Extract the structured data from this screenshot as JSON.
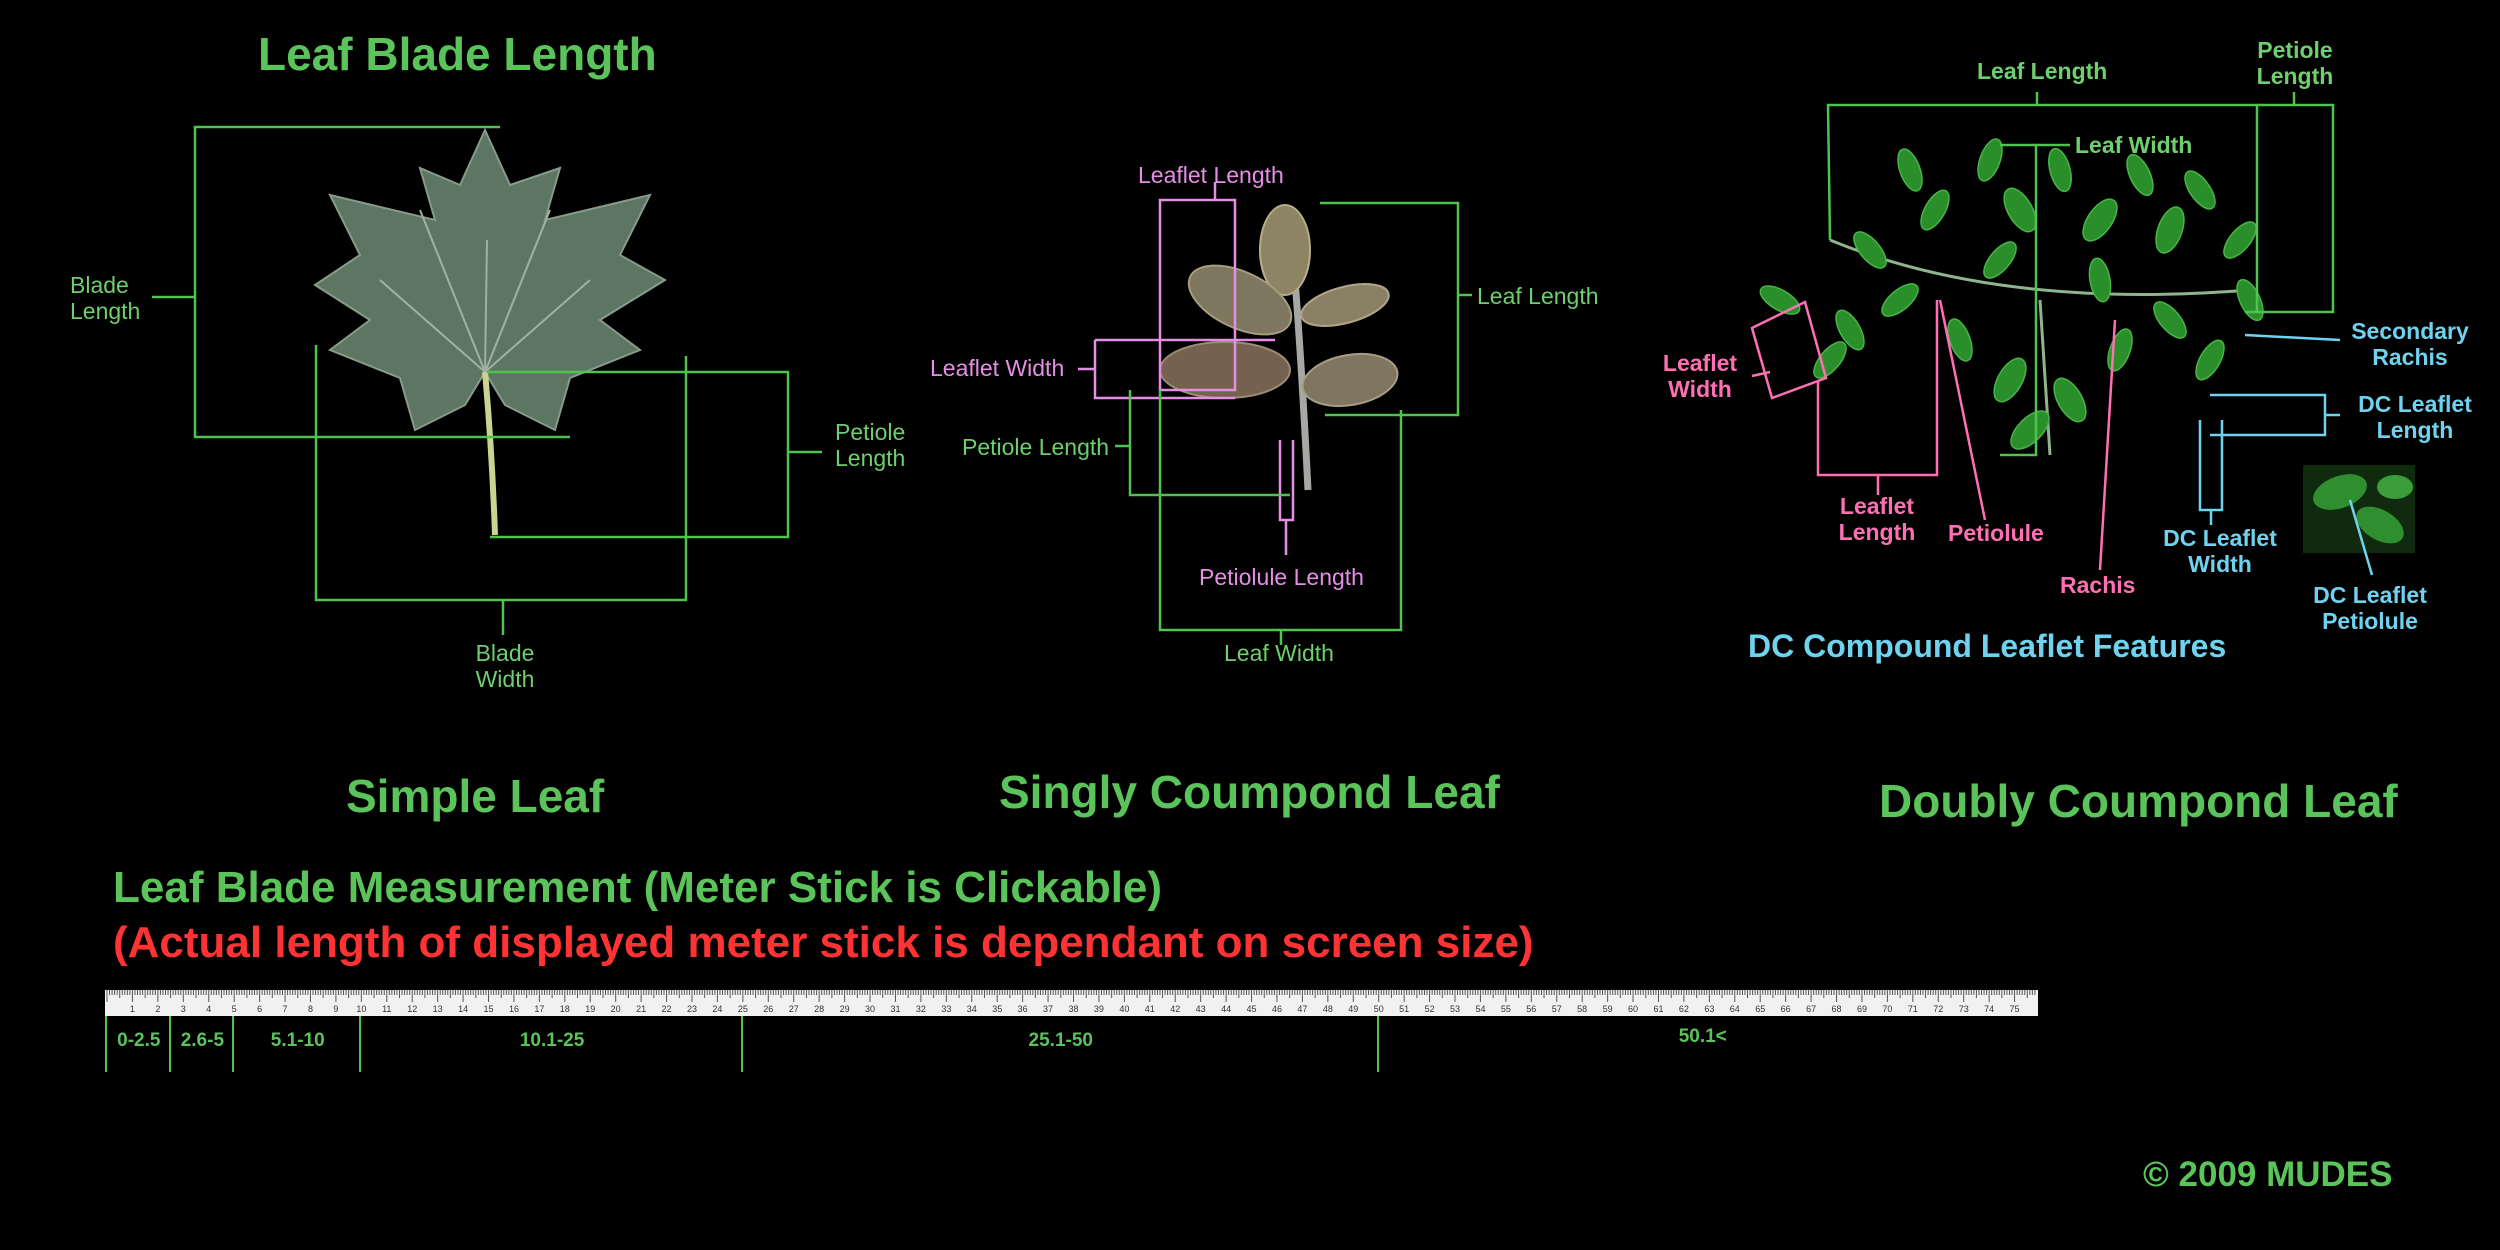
{
  "title": "Leaf Blade Length",
  "simple": {
    "caption": "Simple Leaf",
    "blade_length": "Blade\nLength",
    "blade_width": "Blade\nWidth",
    "petiole_length": "Petiole\nLength"
  },
  "singly": {
    "caption": "Singly Coumpond Leaf",
    "leaflet_length": "Leaflet Length",
    "leaflet_width": "Leaflet Width",
    "petiole_length": "Petiole Length",
    "leaf_length": "Leaf Length",
    "petiolule_length": "Petiolule Length",
    "leaf_width": "Leaf Width"
  },
  "doubly": {
    "caption": "Doubly Coumpond Leaf",
    "leaf_length": "Leaf Length",
    "leaf_width": "Leaf Width",
    "petiole_length": "Petiole\nLength",
    "leaflet_width": "Leaflet\nWidth",
    "leaflet_length": "Leaflet\nLength",
    "petiolule": "Petiolule",
    "rachis": "Rachis",
    "secondary_rachis": "Secondary\nRachis",
    "dc_leaflet_length": "DC Leaflet\nLength",
    "dc_leaflet_width": "DC Leaflet\nWidth",
    "dc_leaflet_petiolule": "DC Leaflet\nPetiolule",
    "dc_features": "DC Compound Leaflet Features"
  },
  "measurement": {
    "heading": "Leaf Blade Measurement (Meter Stick is Clickable)",
    "note": "(Actual length of displayed meter stick is dependant on screen size)",
    "ruler_max_cm": 76,
    "ranges": [
      {
        "label": "0-2.5",
        "start": 0,
        "end": 2.5
      },
      {
        "label": "2.6-5",
        "start": 2.5,
        "end": 5
      },
      {
        "label": "5.1-10",
        "start": 5,
        "end": 10
      },
      {
        "label": "10.1-25",
        "start": 10,
        "end": 25
      },
      {
        "label": "25.1-50",
        "start": 25,
        "end": 50
      },
      {
        "label": "50.1<",
        "start": 50,
        "end": 76
      }
    ]
  },
  "copyright": "© 2009 MUDES",
  "colors": {
    "green": "#5ac45a",
    "line_green": "#4fc24f",
    "pink": "#e48fe4",
    "hot_pink": "#ff6fb4",
    "cyan": "#6fd3ef",
    "red": "#ff3333"
  }
}
